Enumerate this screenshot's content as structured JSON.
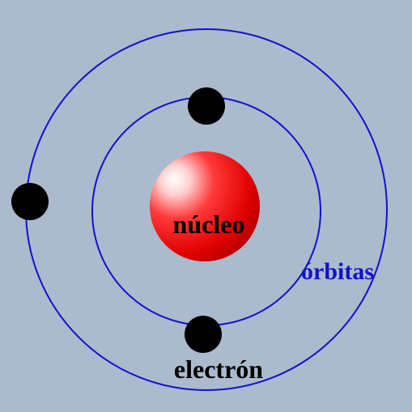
{
  "labels": {
    "nucleus": "núcleo",
    "orbits": "órbitas",
    "electron": "electrón"
  },
  "colors": {
    "background": "#abbacd",
    "orbit": "#1111cc",
    "orbit_label": "#1111cc",
    "electron": "#000000",
    "text": "#000000",
    "nucleus_highlight": "#ffffff",
    "nucleus_mid": "#ff3030",
    "nucleus_edge": "#c80000"
  },
  "electrons_per_orbit": [
    2,
    1
  ]
}
